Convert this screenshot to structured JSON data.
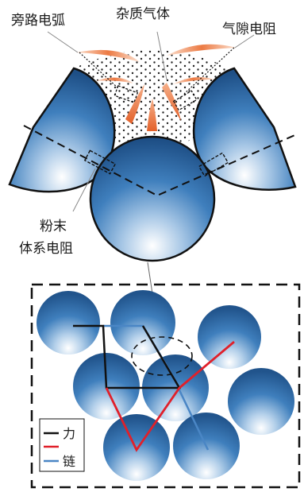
{
  "labels": {
    "bypass_arc": "旁路电弧",
    "impurity_gas": "杂质气体",
    "gap_resistance": "气隙电阻",
    "powder_line1": "粉末",
    "powder_line2": "体系电阻"
  },
  "legend": {
    "force": "力",
    "chain": "链"
  },
  "colors": {
    "particle": "#2f6fae",
    "arc": "#e8703a",
    "force_line": "#e0202a",
    "chain_line": "#4a86c5",
    "black_line": "#111111"
  }
}
